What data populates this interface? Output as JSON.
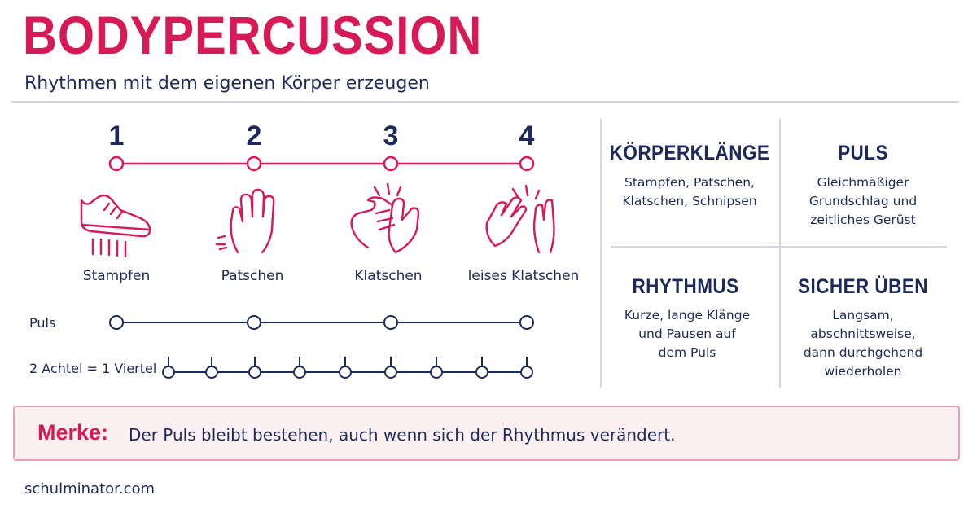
{
  "header": {
    "title": "BODYPERCUSSION",
    "subtitle": "Rhythmen mit dem eigenen Körper erzeugen"
  },
  "beats": [
    {
      "number": "1",
      "label": "Stampfen",
      "icon": "sneaker-stomp-icon"
    },
    {
      "number": "2",
      "label": "Patschen",
      "icon": "hand-pat-icon"
    },
    {
      "number": "3",
      "label": "Klatschen",
      "icon": "hands-clap-icon"
    },
    {
      "number": "4",
      "label": "leises Klatschen",
      "icon": "soft-clap-icon"
    }
  ],
  "rows": {
    "pulse_label": "Puls",
    "eighths_label": "2 Achtel = 1 Viertel",
    "pulse_count": 4,
    "eighths_count": 9
  },
  "cards": [
    {
      "title": "KÖRPERKLÄNGE",
      "text": "Stampfen, Patschen,\nKlatschen, Schnipsen"
    },
    {
      "title": "PULS",
      "text": "Gleichmäßiger\nGrundschlag und\nzeitliches Gerüst"
    },
    {
      "title": "RHYTHMUS",
      "text": "Kurze, lange Klänge\nund Pausen auf\ndem Puls"
    },
    {
      "title": "SICHER ÜBEN",
      "text": "Langsam,\nabschnittsweise,\ndann durchgehend\nwiederholen"
    }
  ],
  "merke": {
    "label": "Merke:",
    "text": "Der Puls bleibt bestehen, auch wenn sich der Rhythmus verändert."
  },
  "footer": "schulminator.com",
  "colors": {
    "accent": "#d61a55",
    "navy": "#1b2a5a",
    "note_bg": "#fdf0f3"
  }
}
